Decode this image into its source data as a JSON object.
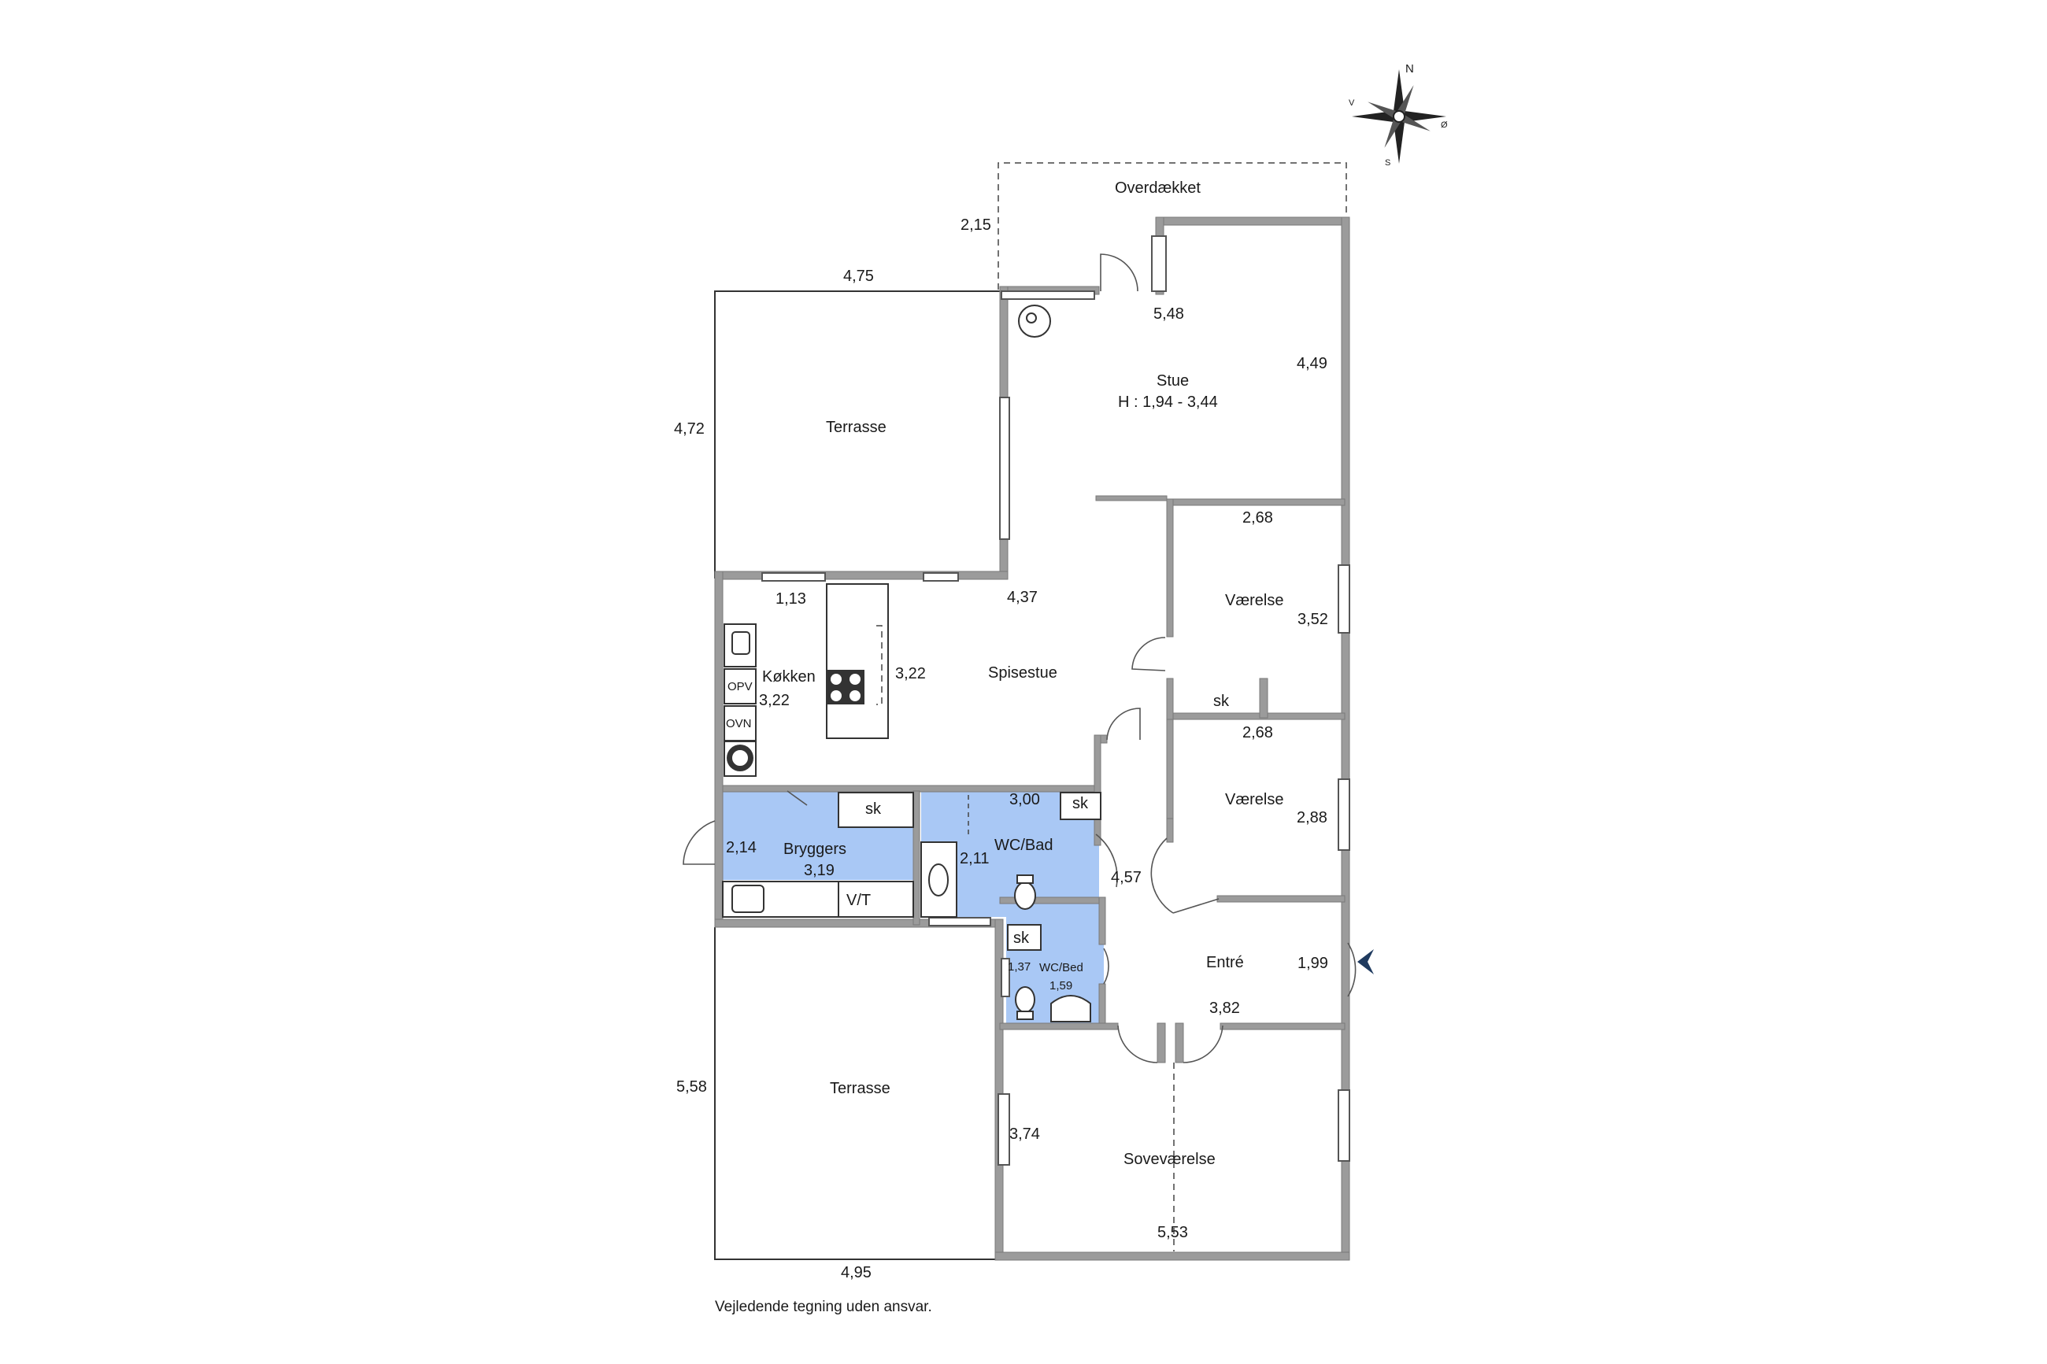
{
  "compass": {
    "n": "N",
    "s": "S",
    "v": "V",
    "o": "Ø"
  },
  "rooms": {
    "overdaekket": "Overdækket",
    "terrasse_top": "Terrasse",
    "stue": "Stue",
    "stue_height": "H : 1,94 - 3,44",
    "vaerelse1": "Værelse",
    "sk1": "sk",
    "vaerelse2": "Værelse",
    "kokken": "Køkken",
    "kokken_dim": "3,22",
    "opv": "OPV",
    "ovn": "OVN",
    "spisestue": "Spisestue",
    "bryggers": "Bryggers",
    "bryggers_dim": "3,19",
    "sk2": "sk",
    "vt": "V/T",
    "wcbad": "WC/Bad",
    "sk3": "sk",
    "wcbed": "WC/Bed",
    "wcbed_dim": "1,59",
    "sk4": "sk",
    "entre": "Entré",
    "terrasse_bottom": "Terrasse",
    "sovevaerelse": "Soveværelse"
  },
  "dimensions": {
    "d_215": "2,15",
    "d_475": "4,75",
    "d_548": "5,48",
    "d_449": "4,49",
    "d_472": "4,72",
    "d_268a": "2,68",
    "d_352": "3,52",
    "d_268b": "2,68",
    "d_113": "1,13",
    "d_437": "4,37",
    "d_322": "3,22",
    "d_288": "2,88",
    "d_300": "3,00",
    "d_214": "2,14",
    "d_211": "2,11",
    "d_457": "4,57",
    "d_137": "1,37",
    "d_199": "1,99",
    "d_382": "3,82",
    "d_558": "5,58",
    "d_374": "3,74",
    "d_553": "5,53",
    "d_495": "4,95"
  },
  "disclaimer": "Vejledende tegning uden ansvar.",
  "colors": {
    "wet_room": "#a9c8f5",
    "wall": "#9b9b9b",
    "entrance_arrow": "#1f3a5f"
  }
}
